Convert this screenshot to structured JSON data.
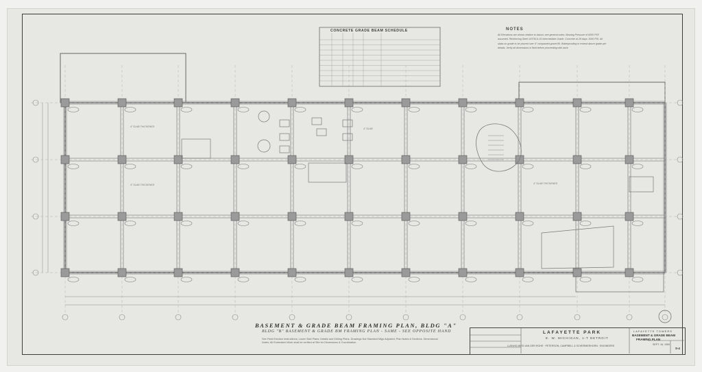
{
  "project": {
    "name": "LAFAYETTE PARK",
    "address": "E. W. MICHIGAN, 1-T DETROIT",
    "client": "LAFAYETTE TOWERS"
  },
  "drawing": {
    "title": "BASEMENT & GRADE BEAM FRAMING PLAN, BLDG \"A\"",
    "subtitle": "BLDG \"B\" BASEMENT & GRADE BM FRAMING PLAN - SAME - SEE OPPOSITE HAND",
    "note": "See Field Erection Instructions; Lower Slab Plans; Details and Drilling Plans. Drawings Not Standard Mtgs Adjusted; Plan Notes & Sections. Dimensional Notes; All Embedded Work shall be verified at Site for Dimensions & Coordination.",
    "sheet_title_1": "BASEMENT & GRADE BEAM",
    "sheet_title_2": "FRAMING PLAN",
    "sheet_number": "S-4",
    "date": "SEPT. 16, 1959",
    "architect_line": "LUDWIG MIES VAN DER ROHE  ·  PETERSON, CAMPBELL & SCHERMERHORN  ·  ENGINEERS"
  },
  "schedule": {
    "title": "CONCRETE GRADE BEAM SCHEDULE"
  },
  "notes": {
    "heading": "NOTES",
    "body": "All Elevations are shown relative to datum; see general notes. Bearing Pressure of 6000 PSF assumed. Reinforcing Steel: ASTM A-15 Intermediate Grade. Concrete at 28 days: 3000 PSI. All slabs on grade to be poured over 6\" compacted gravel fill. Waterproofing to extend above grade per details. Verify all dimensions in field before proceeding with work."
  },
  "slab_labels": {
    "a": "4\" SLAB THICKENED",
    "b": "4\" SLAB THICKENED",
    "c": "4\" SLAB",
    "d": "4\" SLAB THICKENED"
  }
}
